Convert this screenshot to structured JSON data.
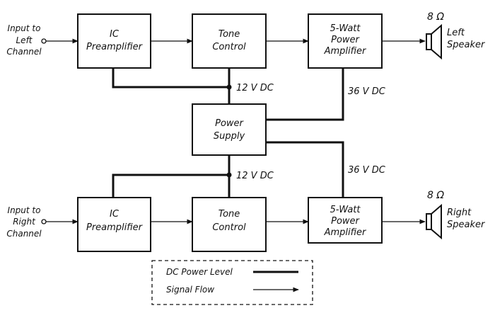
{
  "blocks": {
    "preamp_left": [
      "IC",
      "Preamplifier"
    ],
    "tone_left": [
      "Tone",
      "Control"
    ],
    "amp_left": [
      "5-Watt",
      "Power",
      "Amplifier"
    ],
    "power_supply": [
      "Power",
      "Supply"
    ],
    "preamp_right": [
      "IC",
      "Preamplifier"
    ],
    "tone_right": [
      "Tone",
      "Control"
    ],
    "amp_right": [
      "5-Watt",
      "Power",
      "Amplifier"
    ]
  },
  "inputs": {
    "left": [
      "Input to",
      "Left",
      "Channel"
    ],
    "right": [
      "Input to",
      "Right",
      "Channel"
    ]
  },
  "speakers": {
    "left": {
      "impedance": "8 Ω",
      "label": [
        "Left",
        "Speaker"
      ]
    },
    "right": {
      "impedance": "8 Ω",
      "label": [
        "Right",
        "Speaker"
      ]
    }
  },
  "voltages": {
    "preamp_top": "12 V DC",
    "amp_top": "36 V DC",
    "preamp_bottom": "12 V DC",
    "amp_bottom": "36 V DC"
  },
  "legend": {
    "dc_power": "DC Power Level",
    "signal": "Signal Flow"
  }
}
